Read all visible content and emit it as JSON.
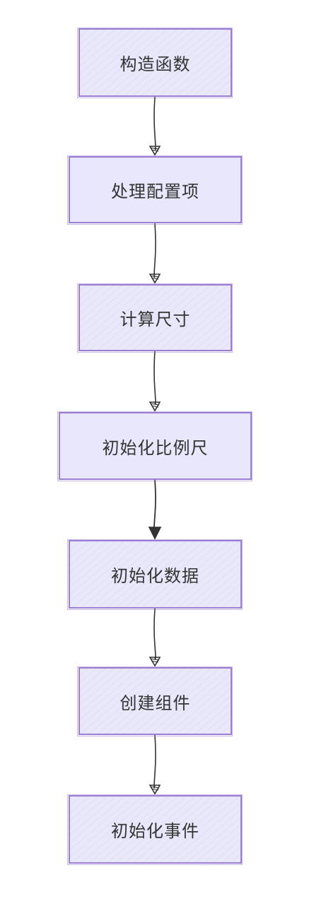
{
  "flowchart": {
    "nodes": [
      {
        "id": "n1",
        "label": "构造函数"
      },
      {
        "id": "n2",
        "label": "处理配置项"
      },
      {
        "id": "n3",
        "label": "计算尺寸"
      },
      {
        "id": "n4",
        "label": "初始化比例尺"
      },
      {
        "id": "n5",
        "label": "初始化数据"
      },
      {
        "id": "n6",
        "label": "创建组件"
      },
      {
        "id": "n7",
        "label": "初始化事件"
      }
    ],
    "edges": [
      {
        "from": "n1",
        "to": "n2"
      },
      {
        "from": "n2",
        "to": "n3"
      },
      {
        "from": "n3",
        "to": "n4"
      },
      {
        "from": "n4",
        "to": "n5"
      },
      {
        "from": "n5",
        "to": "n6"
      },
      {
        "from": "n6",
        "to": "n7"
      }
    ],
    "colors": {
      "node_fill": "#e9e8fb",
      "node_border": "#9b7fd4",
      "edge": "#333333",
      "text": "#333333"
    }
  }
}
